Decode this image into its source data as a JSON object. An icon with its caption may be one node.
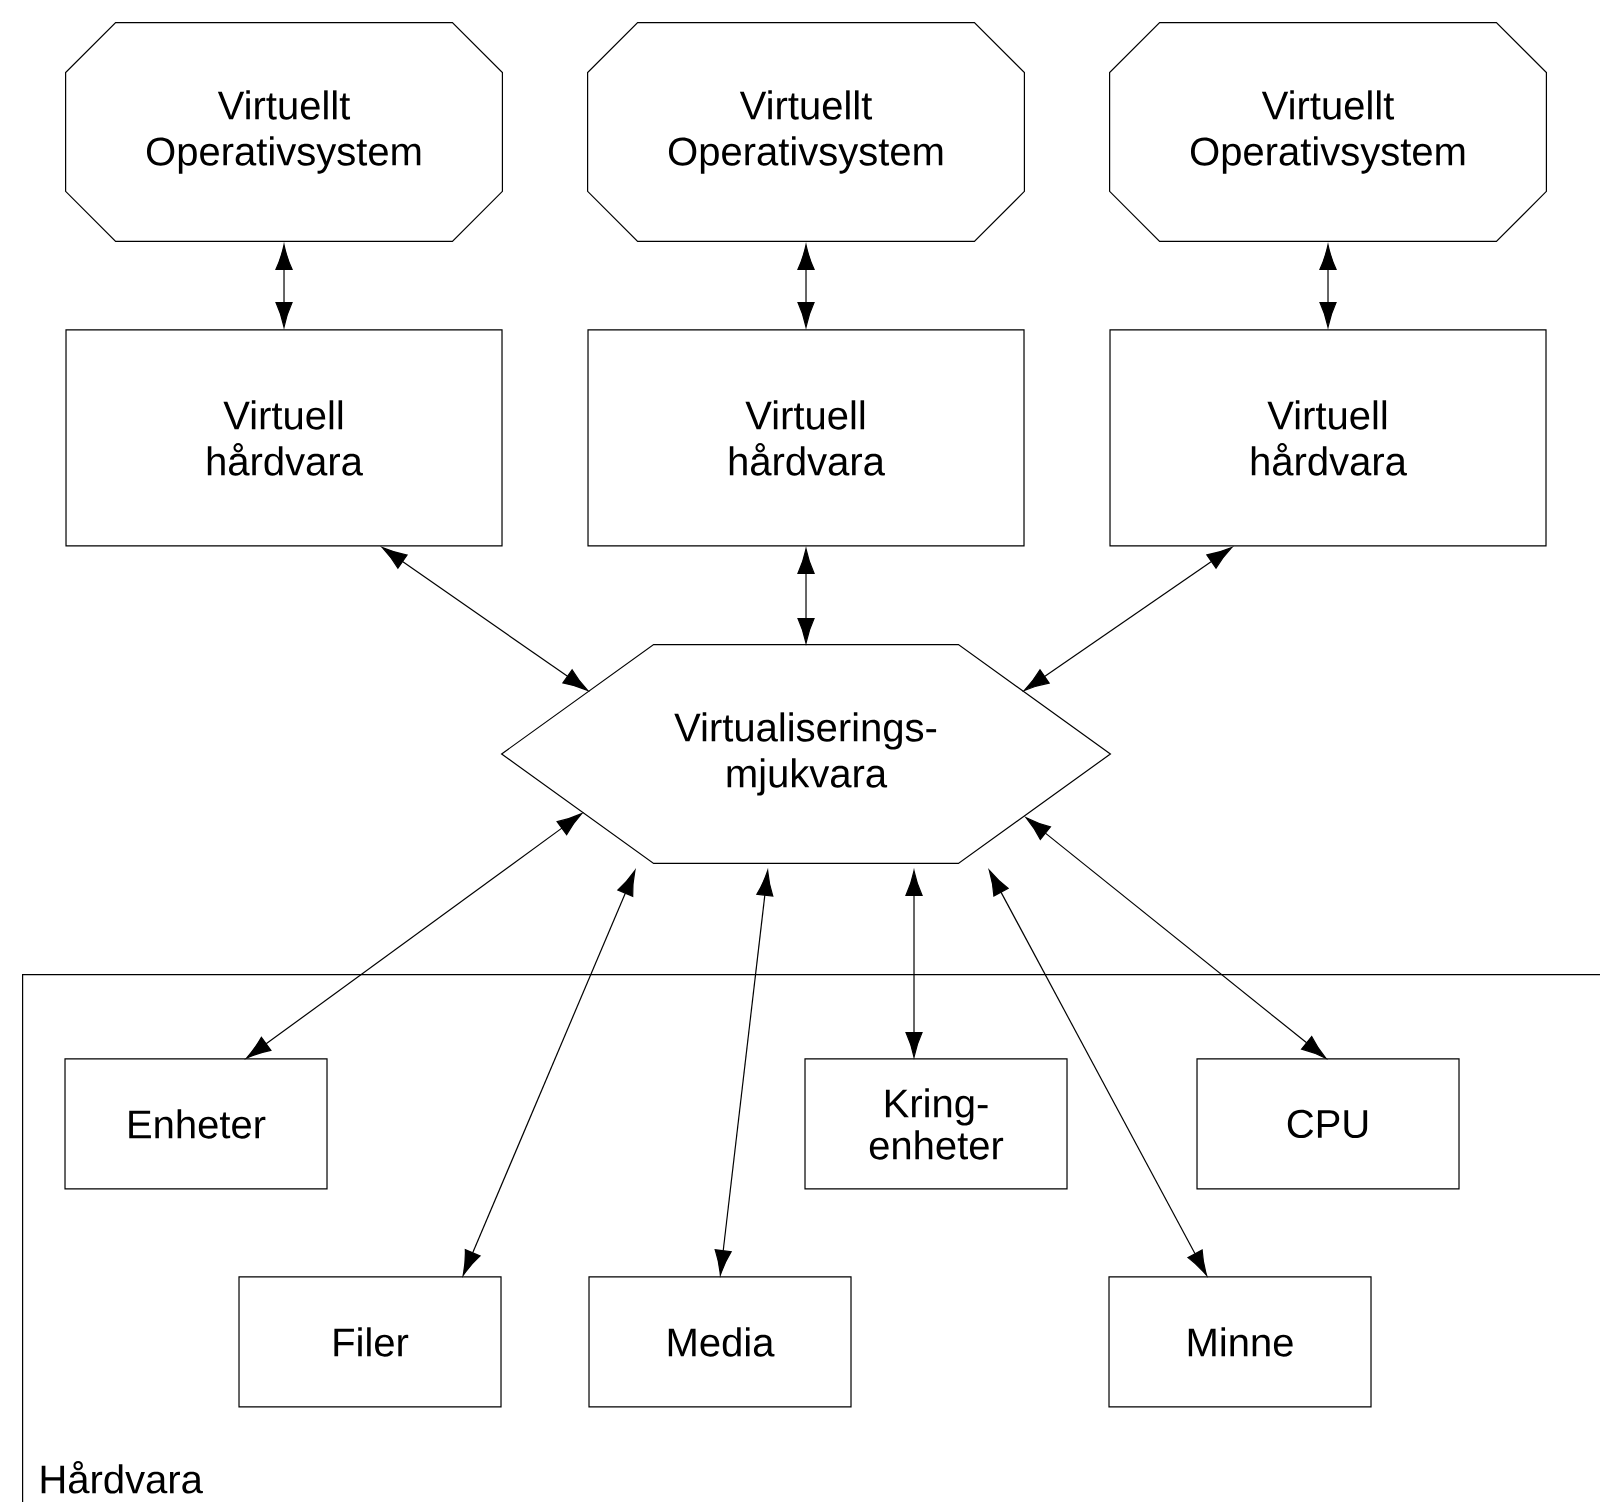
{
  "diagram": {
    "nodes": [
      {
        "text": [
          "Virtuellt Operativsystem"
        ]
      },
      {
        "text": [
          "Virtuellt Operativsystem"
        ]
      },
      {
        "text": [
          "Virtuellt Operativsystem"
        ]
      },
      {
        "text": [
          "Virtuell hårdvara"
        ]
      },
      {
        "text": [
          "Virtuell hårdvara"
        ]
      },
      {
        "text": [
          "Virtuell hårdvara"
        ]
      },
      {
        "text": [
          "Virtualiserings- mjukvara"
        ]
      },
      {
        "text": [
          "Hårdvara"
        ]
      },
      {
        "text": [
          "Enheter"
        ],
        "in": 7
      },
      {
        "text": [
          "Kring- enheter"
        ],
        "in": 7
      },
      {
        "text": [
          "CPU"
        ],
        "in": 7
      },
      {
        "text": [
          "Filer"
        ],
        "in": 7
      },
      {
        "text": [
          "Media"
        ],
        "in": 7
      },
      {
        "text": [
          "Minne"
        ],
        "in": 7
      }
    ],
    "edges": [
      {
        "from": 0,
        "to": 3,
        "arrow": "both"
      },
      {
        "from": 1,
        "to": 4,
        "arrow": "both"
      },
      {
        "from": 2,
        "to": 5,
        "arrow": "both"
      },
      {
        "from": 3,
        "to": 6,
        "arrow": "both"
      },
      {
        "from": 4,
        "to": 6,
        "arrow": "both"
      },
      {
        "from": 5,
        "to": 6,
        "arrow": "both"
      },
      {
        "from": 6,
        "to": 8,
        "arrow": "both"
      },
      {
        "from": 6,
        "to": 11,
        "arrow": "both"
      },
      {
        "from": 6,
        "to": 12,
        "arrow": "both"
      },
      {
        "from": 6,
        "to": 9,
        "arrow": "both"
      },
      {
        "from": 6,
        "to": 13,
        "arrow": "both"
      },
      {
        "from": 6,
        "to": 10,
        "arrow": "both"
      }
    ]
  }
}
